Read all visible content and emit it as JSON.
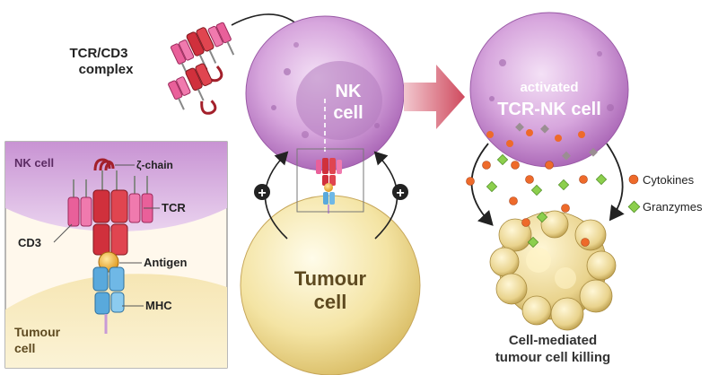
{
  "labels": {
    "tcr_cd3_line1": "TCR/CD3",
    "tcr_cd3_line2": "complex",
    "nk_cell_line1": "NK",
    "nk_cell_line2": "cell",
    "activated_line1": "activated",
    "activated_line2": "TCR-NK cell",
    "tumour_main_line1": "Tumour",
    "tumour_main_line2": "cell",
    "cytokines": "Cytokines",
    "granzymes": "Granzymes",
    "killing_line1": "Cell-mediated",
    "killing_line2": "tumour cell killing",
    "plus_left": "+",
    "plus_right": "+"
  },
  "inset": {
    "nk_cell": "NK cell",
    "zeta_chain": "ζ-chain",
    "tcr": "TCR",
    "cd3": "CD3",
    "antigen": "Antigen",
    "mhc": "MHC",
    "tumour_line1": "Tumour",
    "tumour_line2": "cell"
  },
  "colors": {
    "nk_purple": "#c98fd3",
    "tumour_yellow": "#f6e7a8",
    "tcr_red": "#d0303c",
    "cd3_pink": "#e9609a",
    "mhc_blue": "#59a9dc",
    "antigen_gold": "#f2b233",
    "cytokine_orange": "#ee6a2a",
    "granzyme_green": "#8ccf4d",
    "arrow_pink": "#d85a6a"
  }
}
